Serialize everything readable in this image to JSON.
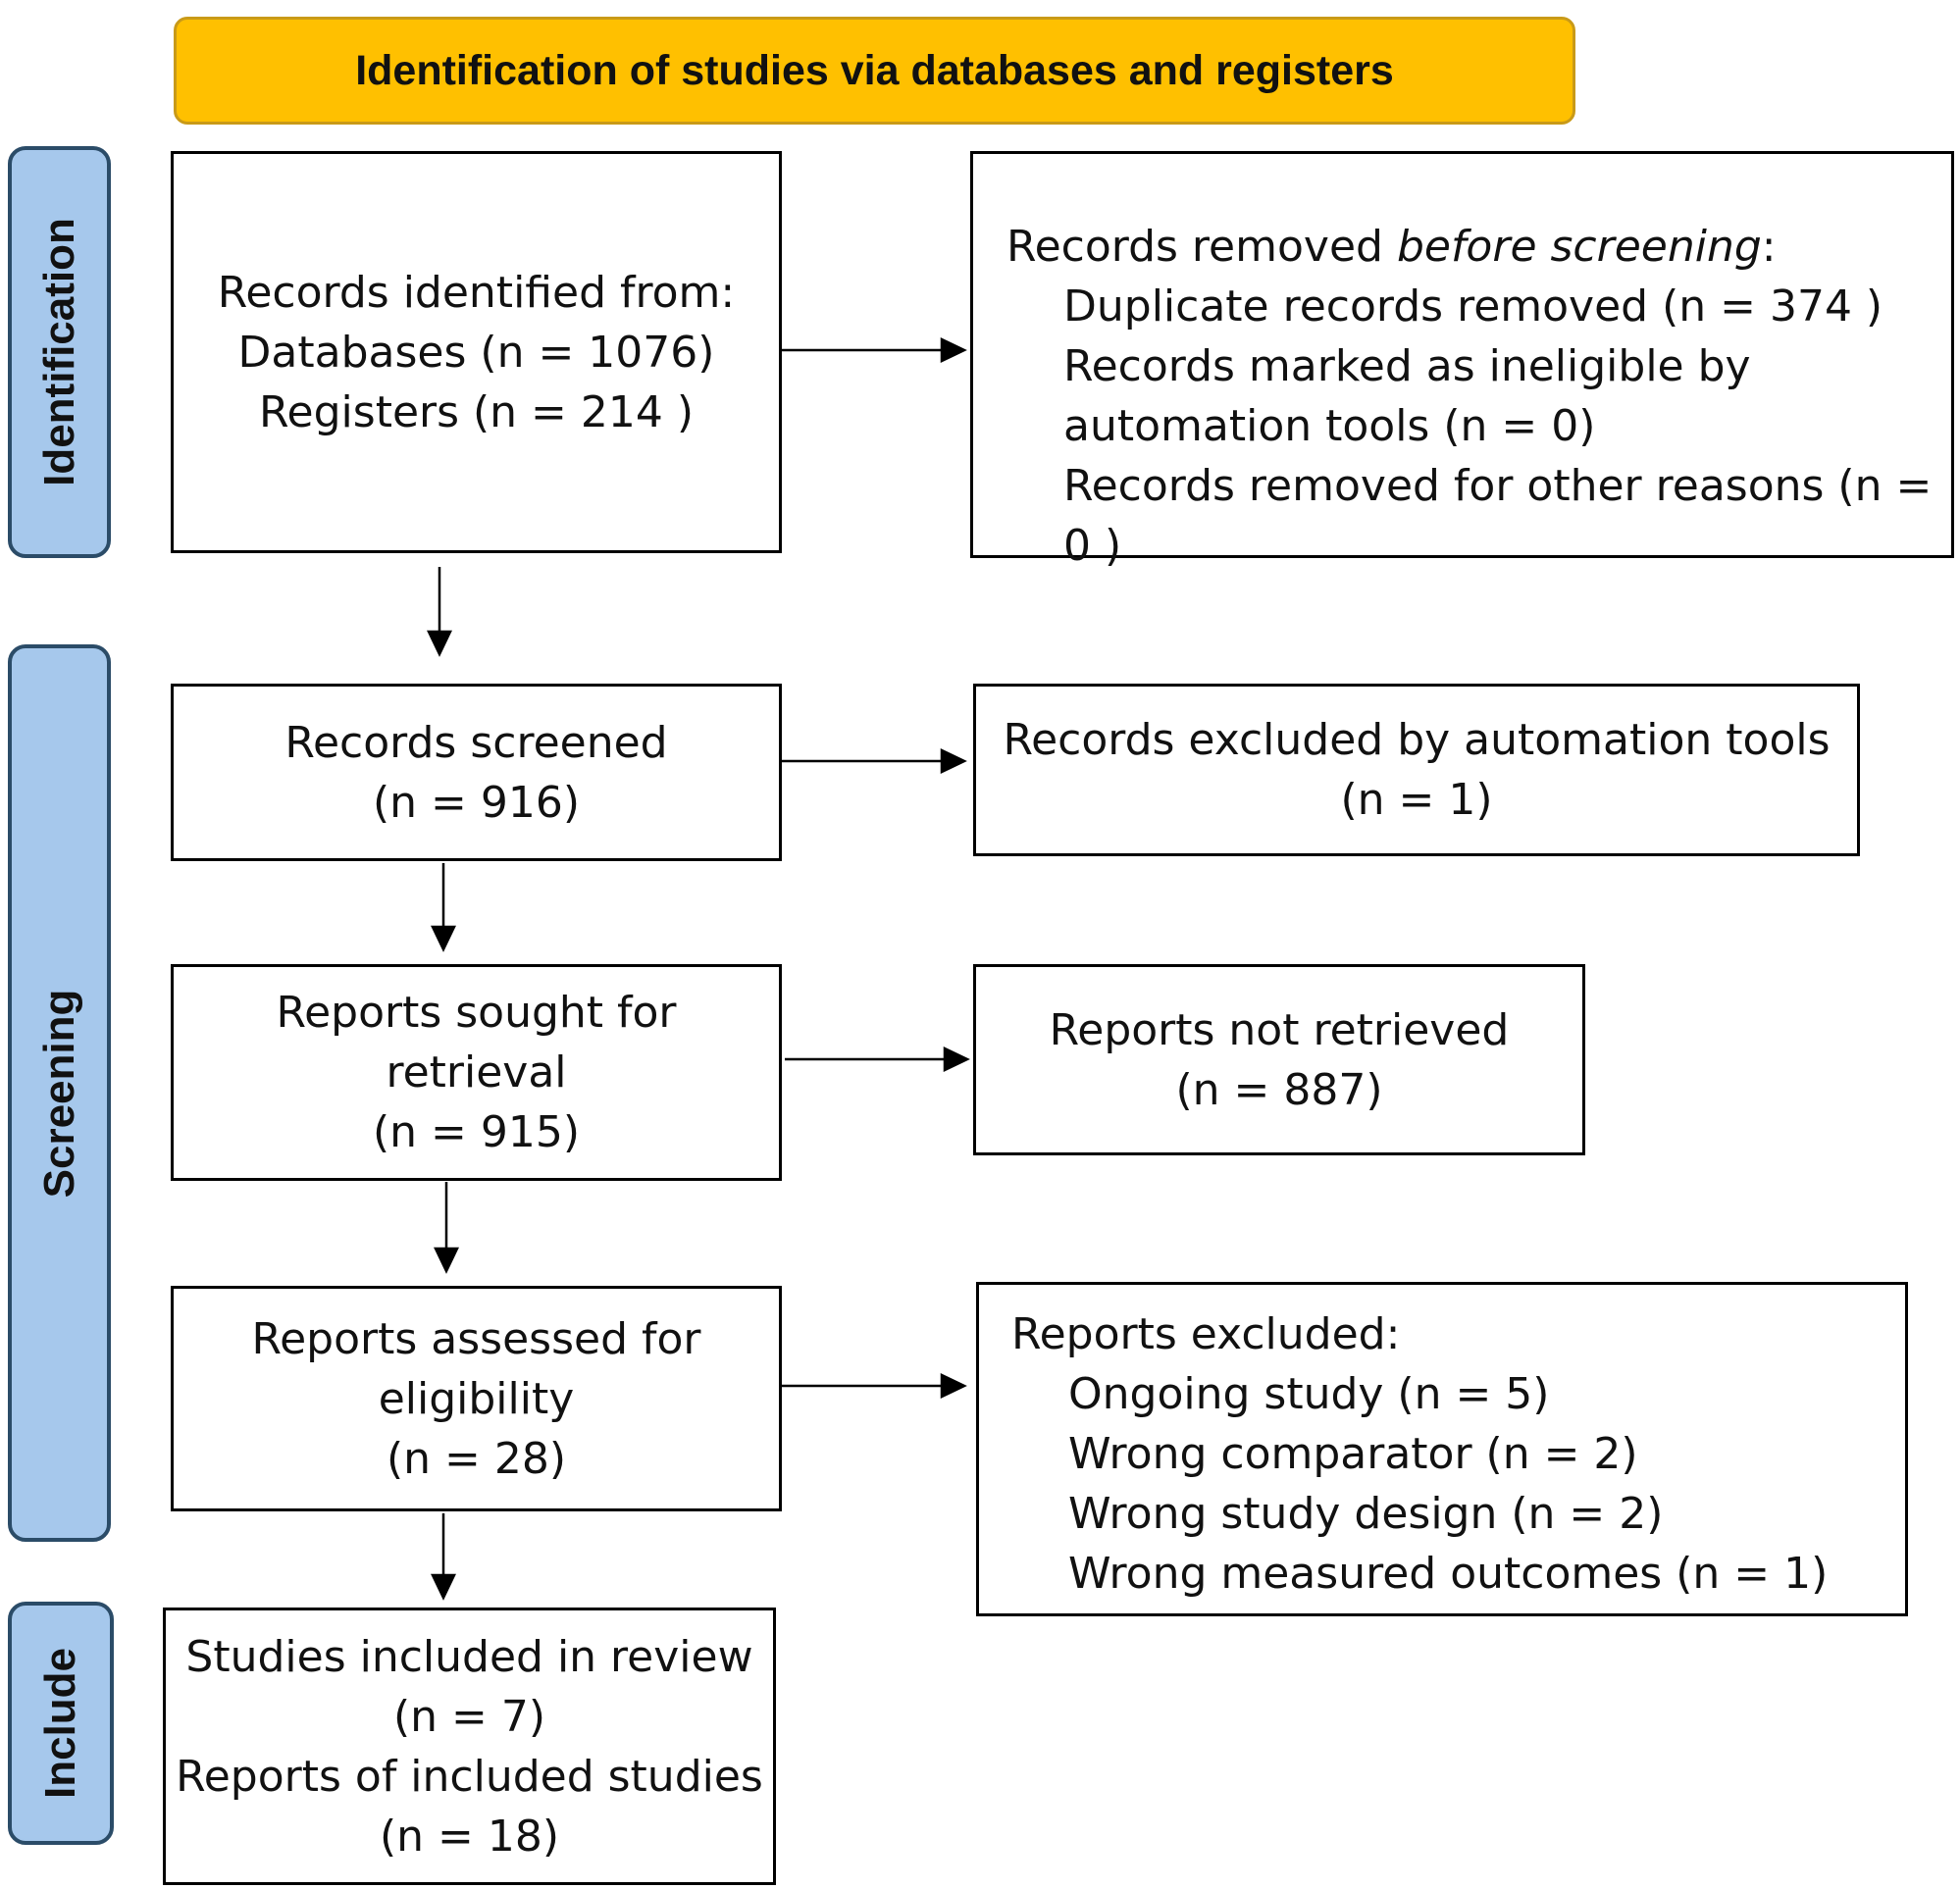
{
  "header": {
    "title": "Identification of studies via databases and registers"
  },
  "phases": {
    "identification": "Identification",
    "screening": "Screening",
    "include": "Include"
  },
  "identified": {
    "line1": "Records identified from:",
    "line2": "Databases (n = 1076)",
    "line3": "Registers (n = 214 )"
  },
  "removed": {
    "prefix": "Records removed ",
    "italic": "before screening",
    "suffix": ":",
    "line2": "Duplicate records removed  (n = 374 )",
    "line3": "Records marked as ineligible by",
    "line4": "automation tools (n = 0)",
    "line5": "Records removed for other reasons (n = 0 )"
  },
  "screened": {
    "line1": "Records screened",
    "line2": "(n = 916)"
  },
  "excluded_auto": {
    "line1": "Records excluded by automation tools",
    "line2": "(n = 1)"
  },
  "sought": {
    "line1": "Reports sought for",
    "line2": "retrieval",
    "line3": "(n = 915)"
  },
  "not_retrieved": {
    "line1": "Reports not retrieved",
    "line2": "(n = 887)"
  },
  "assessed": {
    "line1": "Reports assessed for",
    "line2": "eligibility",
    "line3": "(n = 28)"
  },
  "reports_excluded": {
    "line1": "Reports excluded:",
    "line2": "Ongoing study (n = 5)",
    "line3": "Wrong comparator (n = 2)",
    "line4": "Wrong study design (n = 2)",
    "line5": "Wrong measured outcomes (n = 1)"
  },
  "included": {
    "line1": "Studies included in review",
    "line2": "(n = 7)",
    "line3": "Reports of included studies",
    "line4": "(n = 18)"
  },
  "colors": {
    "header": "#ffc000",
    "band": "#a6c8ec",
    "band_border": "#2b4c68"
  }
}
